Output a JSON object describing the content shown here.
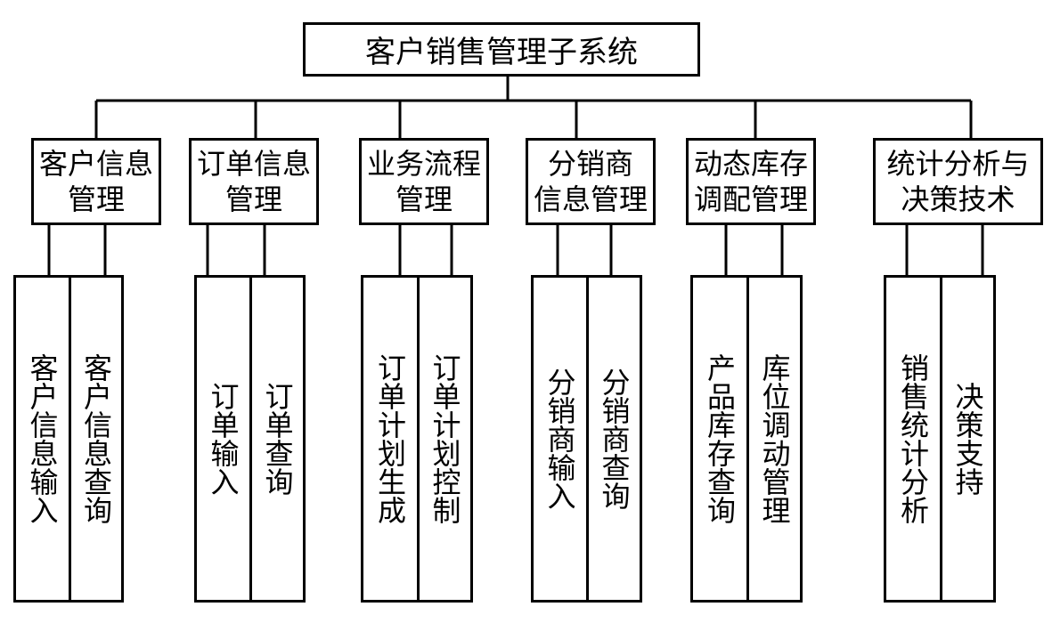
{
  "root": {
    "label": "客户销售管理子系统"
  },
  "modules": [
    {
      "label": "客户信息\n管理",
      "children": [
        "客户信息输入",
        "客户信息查询"
      ]
    },
    {
      "label": "订单信息\n管理",
      "children": [
        "订单输入",
        "订单查询"
      ]
    },
    {
      "label": "业务流程\n管理",
      "children": [
        "订单计划生成",
        "订单计划控制"
      ]
    },
    {
      "label": "分销商\n信息管理",
      "children": [
        "分销商输入",
        "分销商查询"
      ]
    },
    {
      "label": "动态库存\n调配管理",
      "children": [
        "产品库存查询",
        "库位调动管理"
      ]
    },
    {
      "label": "统计分析与\n决策技术",
      "children": [
        "销售统计分析",
        "决策支持"
      ]
    }
  ]
}
